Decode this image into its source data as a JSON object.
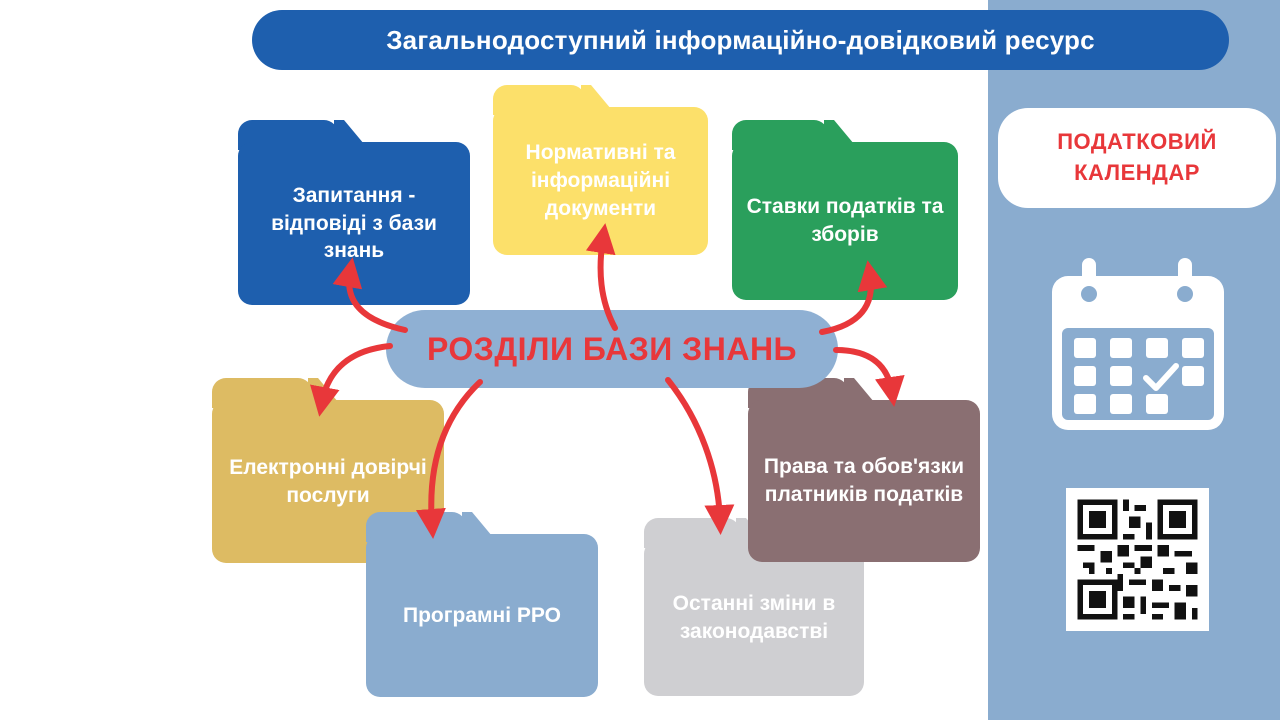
{
  "header": {
    "title": "Загальнодоступний інформаційно-довідковий ресурс"
  },
  "center": {
    "label": "РОЗДІЛИ БАЗИ ЗНАНЬ"
  },
  "folders": [
    {
      "label": "Запитання - відповіді з бази знань",
      "color": "#1e5fae",
      "text_color": "#ffffff"
    },
    {
      "label": "Нормативні та інформаційні документи",
      "color": "#fce06a",
      "text_color": "#ffffff"
    },
    {
      "label": "Ставки податків та зборів",
      "color": "#2a9f5c",
      "text_color": "#ffffff"
    },
    {
      "label": "Електронні довірчі послуги",
      "color": "#ddbb63",
      "text_color": "#ffffff"
    },
    {
      "label": "Програмні РРО",
      "color": "#8aaccf",
      "text_color": "#ffffff"
    },
    {
      "label": "Останні зміни в законодавстві",
      "color": "#cfcfd2",
      "text_color": "#ffffff"
    },
    {
      "label": "Права та обов'язки платників податків",
      "color": "#8a6f72",
      "text_color": "#ffffff"
    }
  ],
  "sidebar": {
    "calendar_label": "ПОДАТКОВИЙ КАЛЕНДАР",
    "calendar_icon": "calendar-check-icon",
    "qr_icon": "qr-code-icon"
  },
  "colors": {
    "accent_red": "#e8373a",
    "banner_blue": "#1e5fae",
    "panel_blue": "#8aaccf"
  }
}
